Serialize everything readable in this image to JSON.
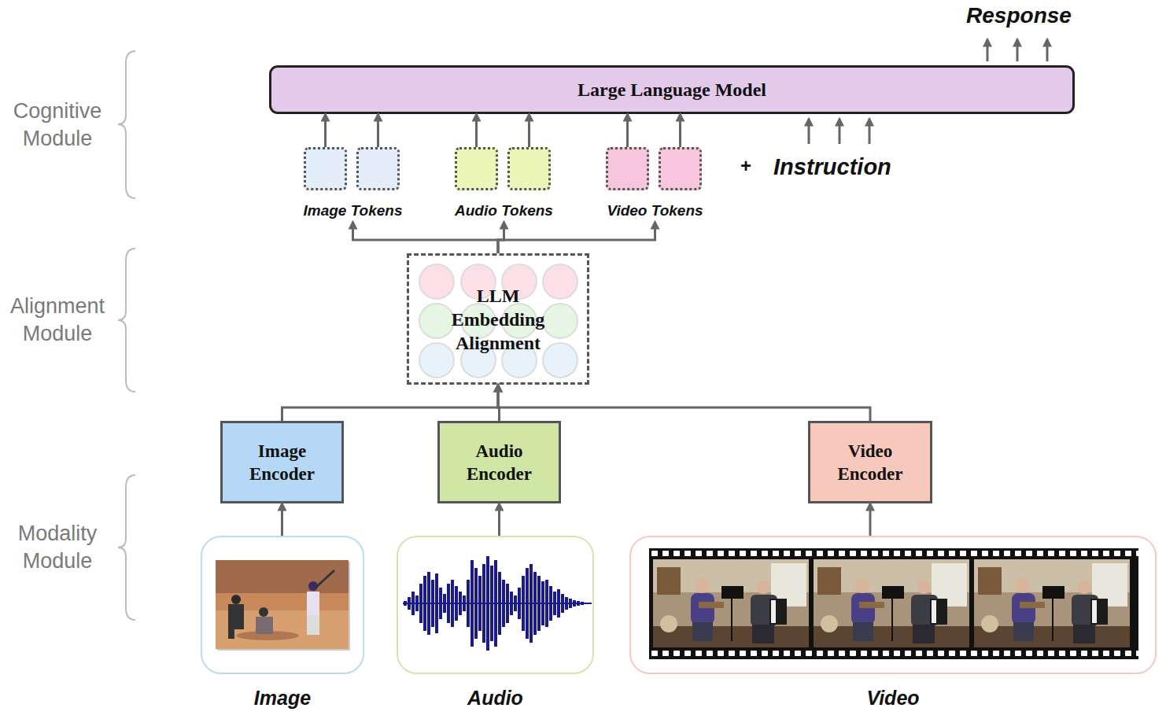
{
  "diagram": {
    "nodes": [
      {
        "text": [
          "Large Language Model"
        ]
      },
      {
        "text": [
          "Image Tokens"
        ]
      },
      {
        "text": [
          "Audio Tokens"
        ]
      },
      {
        "text": [
          "Video Tokens"
        ]
      },
      {
        "text": [
          "LLM Embedding Alignment"
        ]
      },
      {
        "text": [
          "Image Encoder"
        ]
      },
      {
        "text": [
          "Audio Encoder"
        ]
      },
      {
        "text": [
          "Video Encoder"
        ]
      },
      {
        "text": [
          "Image"
        ]
      },
      {
        "text": [
          "Audio"
        ]
      },
      {
        "text": [
          "Video"
        ]
      }
    ],
    "edges": [
      {
        "from": 8,
        "to": 5,
        "arrow": "to"
      },
      {
        "from": 9,
        "to": 6,
        "arrow": "to"
      },
      {
        "from": 10,
        "to": 7,
        "arrow": "to"
      },
      {
        "from": 5,
        "to": 4,
        "arrow": "to"
      },
      {
        "from": 6,
        "to": 4,
        "arrow": "to"
      },
      {
        "from": 7,
        "to": 4,
        "arrow": "to"
      },
      {
        "from": 4,
        "to": 1,
        "arrow": "to"
      },
      {
        "from": 4,
        "to": 2,
        "arrow": "to"
      },
      {
        "from": 4,
        "to": 3,
        "arrow": "to"
      },
      {
        "from": 1,
        "to": 0,
        "arrow": "to"
      },
      {
        "from": 1,
        "to": 0,
        "arrow": "to"
      },
      {
        "from": 2,
        "to": 0,
        "arrow": "to"
      },
      {
        "from": 2,
        "to": 0,
        "arrow": "to"
      },
      {
        "from": 3,
        "to": 0,
        "arrow": "to"
      },
      {
        "from": 3,
        "to": 0,
        "arrow": "to"
      }
    ],
    "labels": [
      "Response",
      "+",
      "Instruction",
      "Cognitive Module",
      "Alignment Module",
      "Modality Module"
    ]
  }
}
